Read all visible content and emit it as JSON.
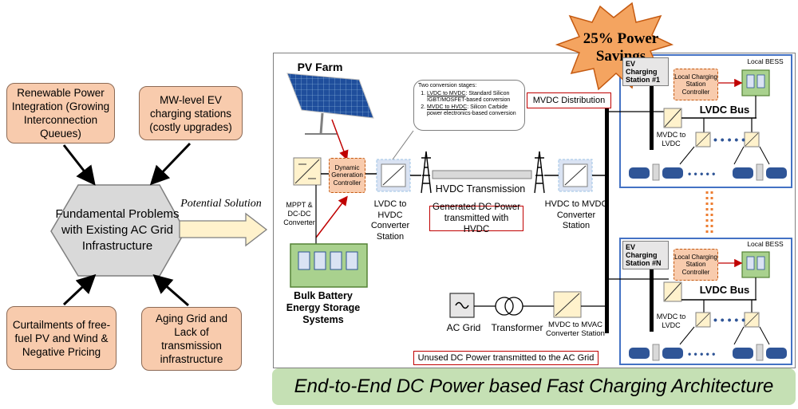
{
  "problems": {
    "top_left": "Renewable Power Integration (Growing Interconnection Queues)",
    "top_right": "MW-level EV charging stations (costly upgrades)",
    "bottom_left": "Curtailments of free-fuel PV and Wind & Negative Pricing",
    "bottom_right": "Aging Grid and Lack of transmission infrastructure",
    "center": "Fundamental Problems with Existing AC Grid Infrastructure"
  },
  "potential_solution": "Potential Solution",
  "savings_star": "25% Power Savings",
  "pv_farm": "PV Farm",
  "mppt": "MPPT & DC-DC Converter",
  "dynamic_controller": "Dynamic Generation Controller",
  "lvdc_hvdc": "LVDC to HVDC Converter Station",
  "hvdc_transmission": "HVDC Transmission",
  "hvdc_mvdc": "HVDC to MVDC Converter Station",
  "generated_dc": "Generated DC Power transmitted with HVDC",
  "mvdc_distribution": "MVDC Distribution",
  "callout": {
    "title": "Two conversion stages:",
    "item1_head": "LVDC to MVDC",
    "item1_body": ": Standard Silicon IGBT/MOSFET-based conversion",
    "item2_head": "MVDC to HVDC",
    "item2_body": ": Silicon Carbide power electronics-based conversion"
  },
  "battery": "Bulk Battery Energy Storage Systems",
  "ac_grid": "AC Grid",
  "transformer": "Transformer",
  "mvdc_mvac": "MVDC to MVAC Converter Station",
  "unused_dc": "Unused DC Power transmitted to the AC Grid",
  "station1": {
    "tag": "EV Charging Station #1",
    "local_bess": "Local BESS",
    "controller": "Local Charging Station Controller",
    "bus": "LVDC Bus",
    "converter": "MVDC to LVDC"
  },
  "stationN": {
    "tag": "EV Charging Station #N",
    "local_bess": "Local BESS",
    "controller": "Local Charging Station Controller",
    "bus": "LVDC Bus",
    "converter": "MVDC to LVDC"
  },
  "banner": "End-to-End DC Power based Fast Charging Architecture",
  "colors": {
    "problem_fill": "#f8cbad",
    "hexagon_fill": "#d9d9d9",
    "arrow_fill": "#fff2cc",
    "star_fill": "#f4a460",
    "converter_fill": "#fff2cc",
    "battery_fill": "#a9d18e",
    "panel_border": "#4472c4",
    "banner_fill": "#c5e0b4",
    "red_box": "#c00000"
  }
}
